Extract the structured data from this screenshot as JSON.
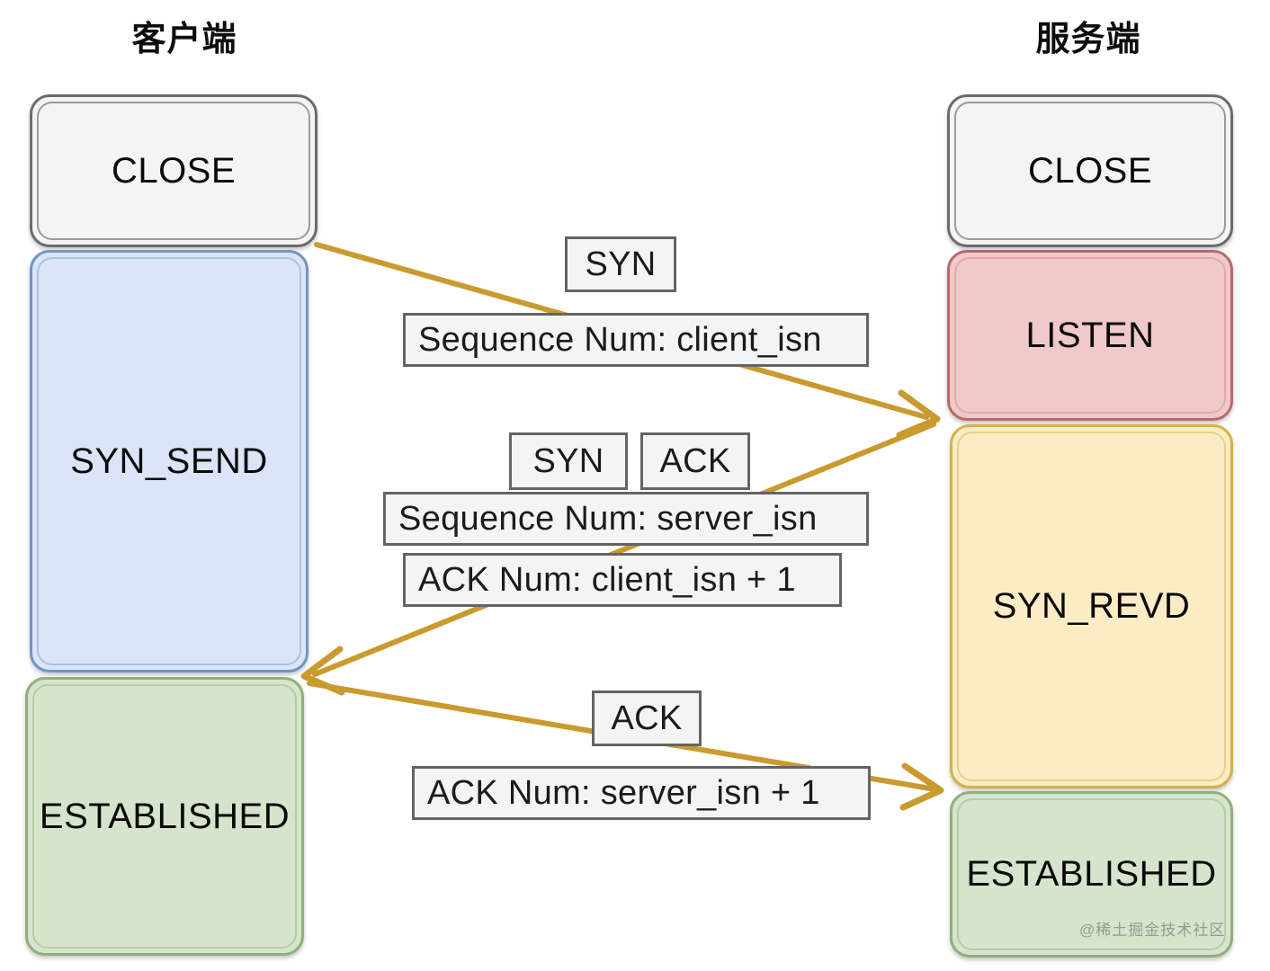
{
  "diagram": {
    "title_client": "客户端",
    "title_server": "服务端",
    "watermark": "@稀土掘金技术社区",
    "arrow_color": "#c99a2e"
  },
  "client": {
    "states": [
      {
        "label": "CLOSE",
        "fill": "#f4f4f4",
        "border": "#6b6b6b"
      },
      {
        "label": "SYN_SEND",
        "fill": "#dbe5f7",
        "border": "#7294c4"
      },
      {
        "label": "ESTABLISHED",
        "fill": "#d7e4cd",
        "border": "#8fb07a"
      }
    ]
  },
  "server": {
    "states": [
      {
        "label": "CLOSE",
        "fill": "#f4f4f4",
        "border": "#6b6b6b"
      },
      {
        "label": "LISTEN",
        "fill": "#f0c9c9",
        "border": "#b86a6a"
      },
      {
        "label": "SYN_REVD",
        "fill": "#fbecc6",
        "border": "#d4b14a"
      },
      {
        "label": "ESTABLISHED",
        "fill": "#d7e4cd",
        "border": "#8fb07a"
      }
    ]
  },
  "messages": [
    {
      "direction": "client-to-server",
      "flags": [
        "SYN"
      ],
      "details": [
        "Sequence Num: client_isn"
      ]
    },
    {
      "direction": "server-to-client",
      "flags": [
        "SYN",
        "ACK"
      ],
      "details": [
        "Sequence Num: server_isn",
        "ACK Num: client_isn + 1"
      ]
    },
    {
      "direction": "client-to-server",
      "flags": [
        "ACK"
      ],
      "details": [
        "ACK Num: server_isn + 1"
      ]
    }
  ]
}
